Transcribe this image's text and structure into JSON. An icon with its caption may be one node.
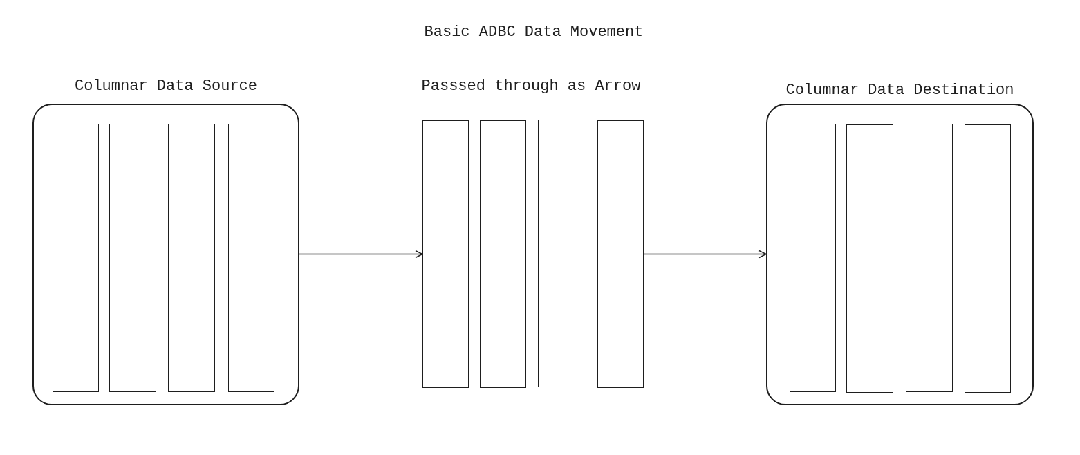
{
  "diagram": {
    "title": "Basic ADBC Data Movement",
    "nodes": [
      {
        "text": [
          "Columnar Data Source"
        ]
      },
      {
        "text": [],
        "shape": "bar",
        "in": 0
      },
      {
        "text": [],
        "shape": "bar",
        "in": 0
      },
      {
        "text": [],
        "shape": "bar",
        "in": 0
      },
      {
        "text": [],
        "shape": "bar",
        "in": 0
      },
      {
        "text": [
          "Passsed through as Arrow"
        ]
      },
      {
        "text": [],
        "shape": "bar"
      },
      {
        "text": [],
        "shape": "bar"
      },
      {
        "text": [],
        "shape": "bar"
      },
      {
        "text": [],
        "shape": "bar"
      },
      {
        "text": [
          "Columnar Data Destination"
        ]
      },
      {
        "text": [],
        "shape": "bar",
        "in": 10
      },
      {
        "text": [],
        "shape": "bar",
        "in": 10
      },
      {
        "text": [],
        "shape": "bar",
        "in": 10
      },
      {
        "text": [],
        "shape": "bar",
        "in": 10
      }
    ],
    "edges": [
      {
        "from": 0,
        "to": 6,
        "arrow": "to"
      },
      {
        "from": 9,
        "to": 10,
        "arrow": "to"
      }
    ]
  }
}
